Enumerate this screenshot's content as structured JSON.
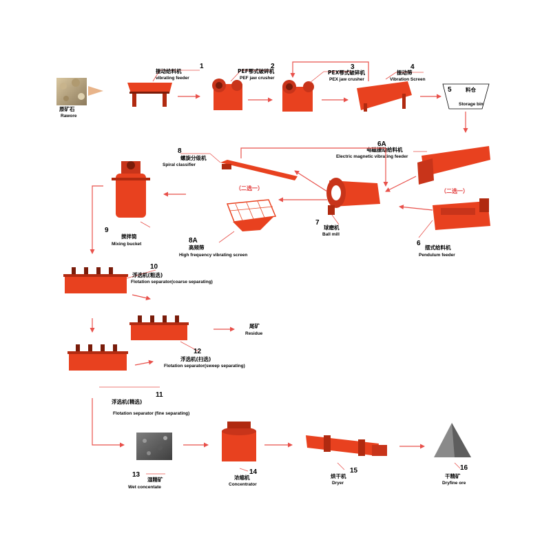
{
  "colors": {
    "machine": "#e8411f",
    "machine_dark": "#b02a10",
    "arrow": "#e8504a",
    "select": "#e23a3a",
    "ore": "#9a9a9a"
  },
  "nodes": {
    "raw_ore": {
      "zh": "原矿石",
      "en": "Rawore"
    },
    "vib_feeder": {
      "num": "1",
      "zh": "振动给料机",
      "en": "vibrating feeder"
    },
    "pef_crusher": {
      "num": "2",
      "zh": "PEF鄂式破碎机",
      "en": "PEF jaw crusher"
    },
    "pex_crusher": {
      "num": "3",
      "zh": "PEX鄂式破碎机",
      "en": "PEX jaw crusher"
    },
    "vib_screen": {
      "num": "4",
      "zh": "振动筛",
      "en": "Vibration Screen"
    },
    "storage_bin": {
      "num": "5",
      "zh": "料仓",
      "en": "Storage bin"
    },
    "em_feeder": {
      "num": "6A",
      "zh": "电磁振动给料机",
      "en": "Electric magnetic vibrating feeder"
    },
    "pend_feeder": {
      "num": "6",
      "zh": "摆式给料机",
      "en": "Pendulum feeder"
    },
    "ball_mill": {
      "num": "7",
      "zh": "球磨机",
      "en": "Ball mill"
    },
    "spiral": {
      "num": "8",
      "zh": "螺旋分级机",
      "en": "Spiral classifier"
    },
    "hf_screen": {
      "num": "8A",
      "zh": "高频筛",
      "en": "High frequency vibrating screen"
    },
    "mixing": {
      "num": "9",
      "zh": "搅拌筒",
      "en": "Mixing bucket"
    },
    "flot_coarse": {
      "num": "10",
      "zh": "浮选机(粗选)",
      "en": "Flotation separator(coarse separating)"
    },
    "flot_fine": {
      "num": "11",
      "zh": "浮选机(精选)",
      "en": "Flotation separator (fine separating)"
    },
    "flot_sweep": {
      "num": "12",
      "zh": "浮选机(扫选)",
      "en": "Flotation separator(sweep separating)"
    },
    "residue": {
      "zh": "尾矿",
      "en": "Residue"
    },
    "wet_conc": {
      "num": "13",
      "zh": "湿精矿",
      "en": "Wet concentate"
    },
    "concentrator": {
      "num": "14",
      "zh": "浓缩机",
      "en": "Concentrator"
    },
    "dryer": {
      "num": "15",
      "zh": "烘干机",
      "en": "Dryer"
    },
    "dryfine": {
      "num": "16",
      "zh": "干精矿",
      "en": "Dryfine ore"
    }
  },
  "select_label": "（二选一）"
}
